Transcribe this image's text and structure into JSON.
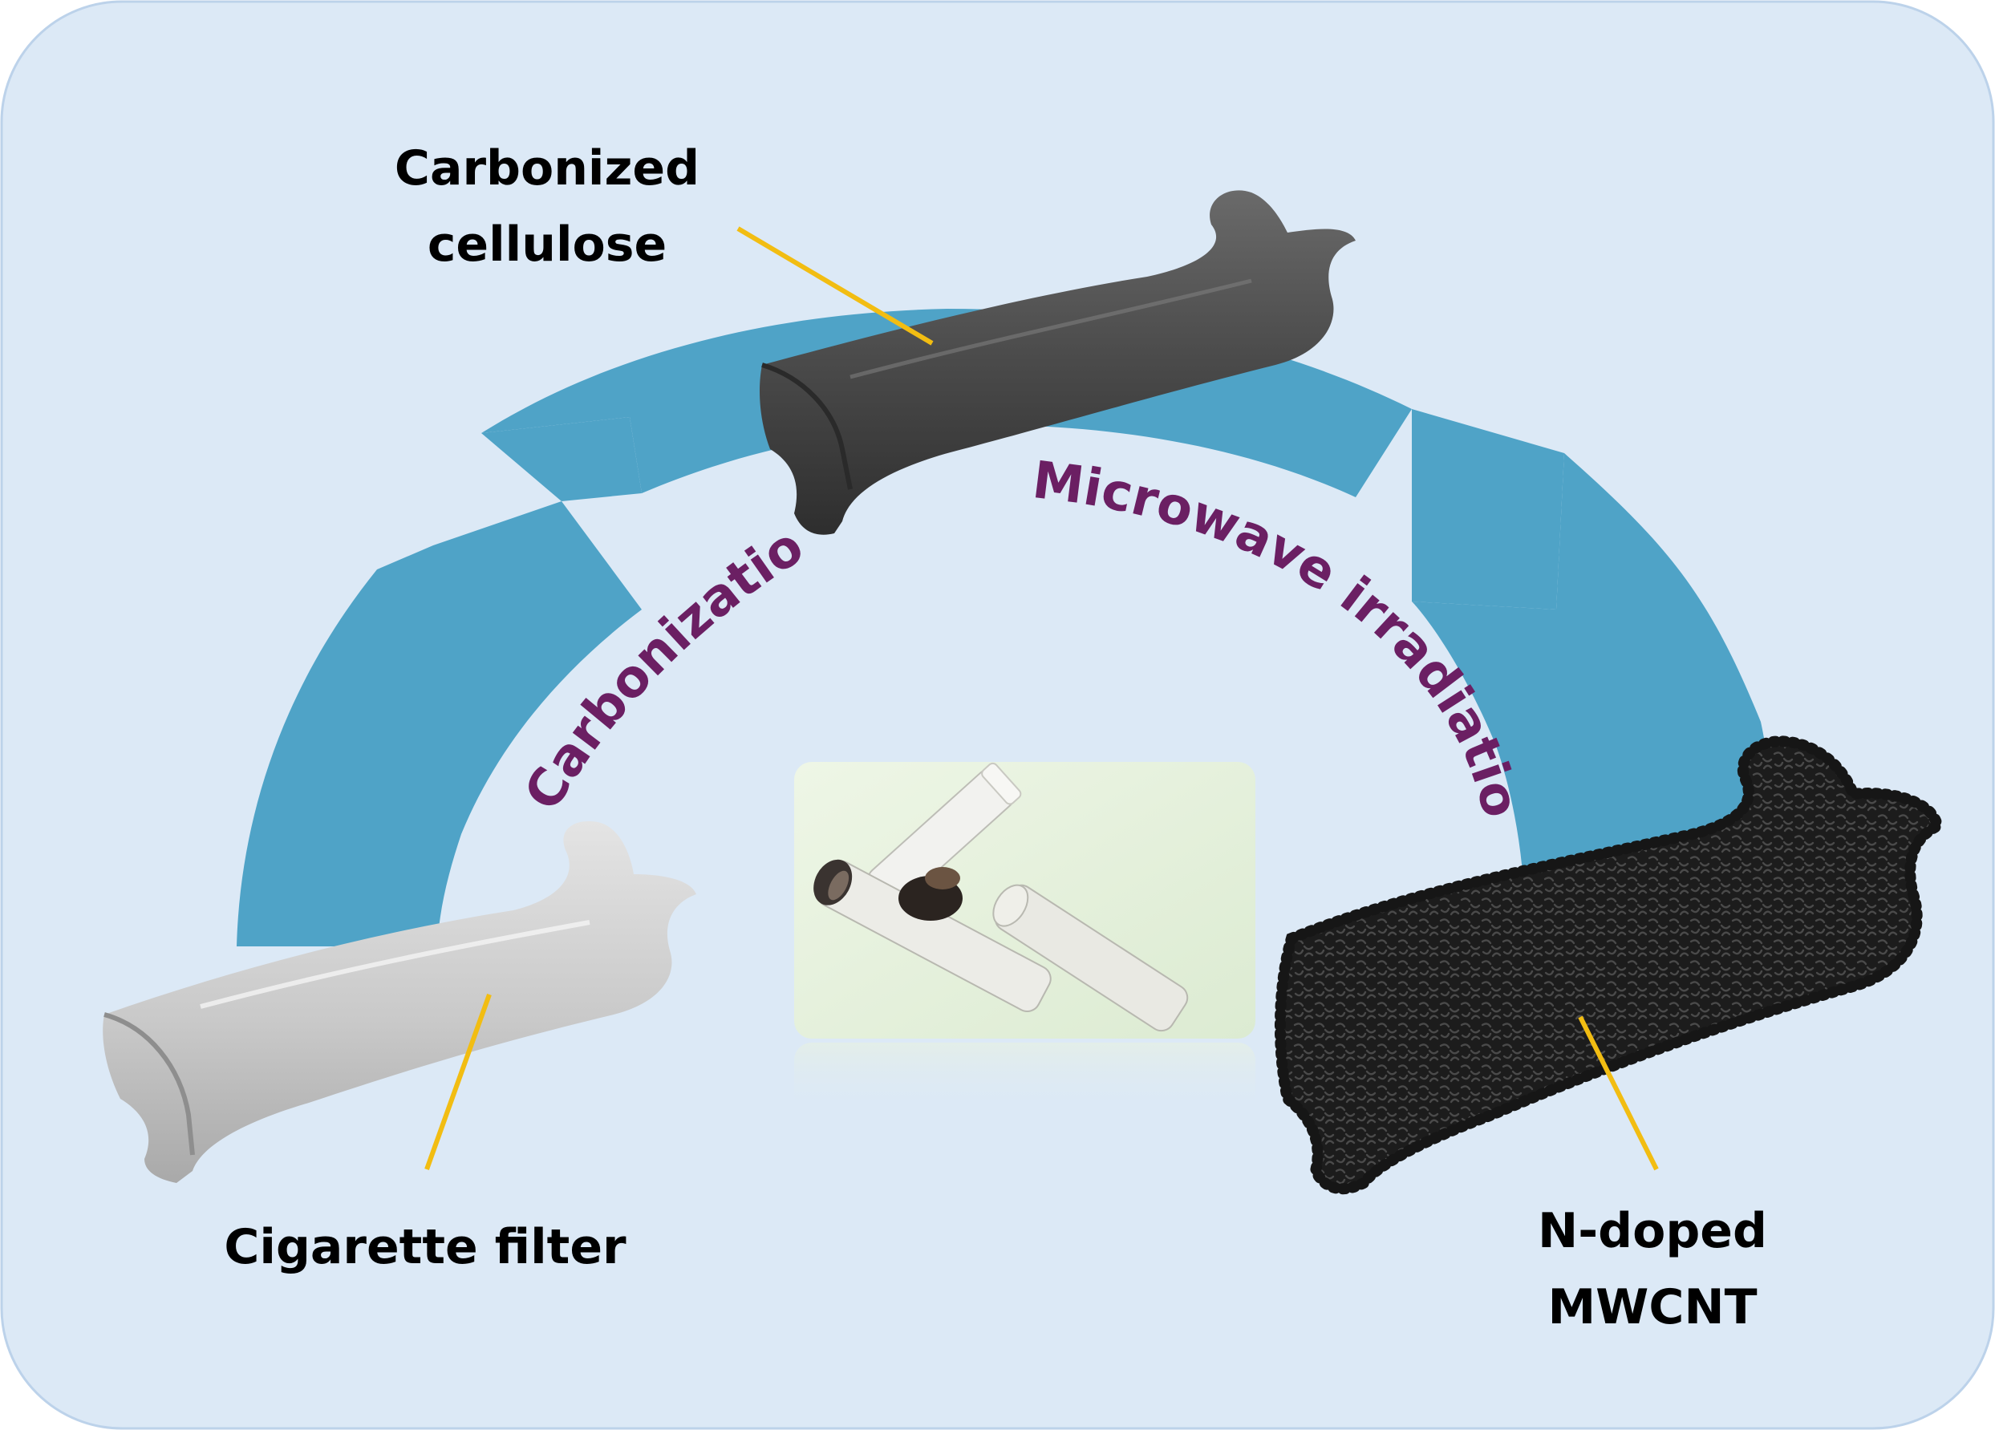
{
  "labels": {
    "carbonized_cellulose": [
      "Carbonized",
      "cellulose"
    ],
    "cigarette_filter": "Cigarette filter",
    "n_doped_mwcnt": [
      "N-doped",
      "MWCNT"
    ]
  },
  "process": {
    "carbonization": "Carbonization",
    "microwave_irradiation": "Microwave irradiation"
  },
  "colors": {
    "background_panel": "#dce9f6",
    "arc_arrow": "#4fa3c7",
    "process_text": "#6b1f63",
    "label_text": "#000000",
    "leader_line": "#f2bd12",
    "carbonized_material": "#444444",
    "filter_material": "#c9c9c9",
    "mwcnt_material": "#1f1f1f"
  },
  "icons": {
    "carbonized_cellulose": "dark-tube-icon",
    "cigarette_filter": "grey-tube-icon",
    "n_doped_mwcnt": "fuzzy-tube-icon",
    "photo": "cigarette-butts-photo"
  }
}
